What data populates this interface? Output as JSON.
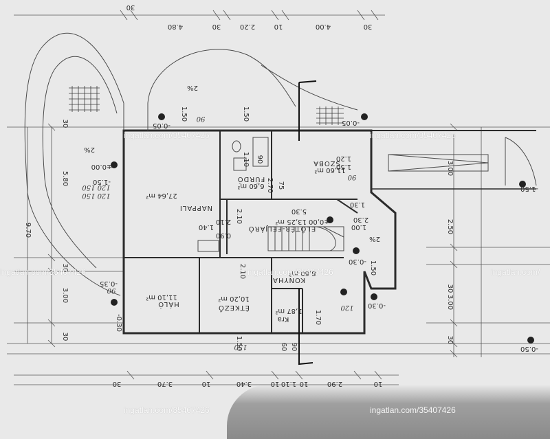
{
  "rooms": {
    "nappali": "NAPPALI",
    "nappali_area": "27,64 m²",
    "szoba": "SZOBA",
    "szoba_area": "11,60 m²",
    "furdo": "FÜRDŐ",
    "furdo_area": "6,60 m²",
    "eloter": "ELŐTÉR-FELJÁRÓ",
    "eloter_area": "±0,00  13,25 m²",
    "halo": "HÁLÓ",
    "halo_area": "11,10 m²",
    "etkezo": "ÉTKEZŐ",
    "etkezo_area": "10,20 m²",
    "konyha": "KONYHA",
    "konyha_area": "8,60 m²",
    "kamra": "Kra",
    "kamra_area": "1,87 m²"
  },
  "top_dims": [
    "30",
    "4.80",
    "30",
    "2.20",
    "10",
    "4.00",
    "30"
  ],
  "bottom_dims": [
    "30",
    "3.70",
    "10",
    "3.40",
    "10",
    "1.10",
    "10",
    "2.90",
    "10"
  ],
  "right_dims": [
    "3.00",
    "2.50",
    "30",
    "3.00",
    "30"
  ],
  "left_dims": [
    "5.80",
    "30",
    "9.70",
    "3.00",
    "30",
    "30"
  ],
  "inner_dims": [
    "1.50",
    "1.50",
    "2.10",
    "2.10",
    "1.40",
    "2.10",
    "1.50",
    "60",
    "90",
    "1.50",
    "1.30",
    "5.30",
    "2.30",
    "1.00",
    "1.70",
    "2.70",
    "75",
    "90",
    "1.10",
    "1.20",
    "1.50",
    "0.90"
  ],
  "levels": [
    "-0.05",
    "-0.05",
    "-1.50",
    "-0.30",
    "-0.30",
    "-0.50",
    "±0.00",
    "-0.30",
    "-0.35",
    "-1.50"
  ],
  "slopes": [
    "2%",
    "2%",
    "2%"
  ],
  "handwritten": [
    "120 150",
    "90",
    "150",
    "120",
    "120 150",
    "90",
    "90"
  ],
  "watermark": "ingatlan.com/35407426",
  "watermark_cut": "ingatlan.com/"
}
